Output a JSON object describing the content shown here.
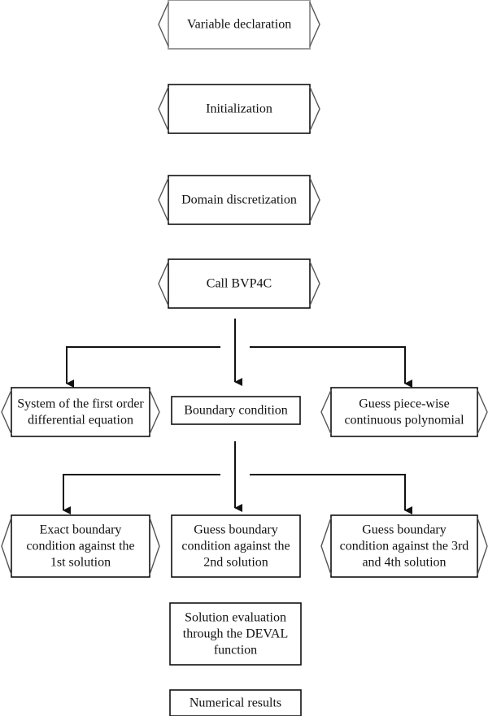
{
  "diagram": {
    "nodes": [
      {
        "id": "n1",
        "lines": [
          "Variable declaration"
        ],
        "chevrons": true
      },
      {
        "id": "n2",
        "lines": [
          "Initialization"
        ],
        "chevrons": true
      },
      {
        "id": "n3",
        "lines": [
          "Domain discretization"
        ],
        "chevrons": true
      },
      {
        "id": "n4",
        "lines": [
          "Call BVP4C"
        ],
        "chevrons": true
      },
      {
        "id": "n5",
        "lines": [
          "System of the first order",
          "differential equation"
        ],
        "chevrons": true
      },
      {
        "id": "n6",
        "lines": [
          "Boundary condition"
        ],
        "chevrons": false
      },
      {
        "id": "n7",
        "lines": [
          "Guess piece-wise",
          "continuous polynomial"
        ],
        "chevrons": true
      },
      {
        "id": "n8",
        "lines": [
          "Exact boundary",
          "condition against the",
          "1st solution"
        ],
        "chevrons": true
      },
      {
        "id": "n9",
        "lines": [
          "Guess boundary",
          "condition against the",
          "2nd solution"
        ],
        "chevrons": false
      },
      {
        "id": "n10",
        "lines": [
          "Guess boundary",
          "condition against the 3rd",
          "and 4th solution"
        ],
        "chevrons": true
      },
      {
        "id": "n11",
        "lines": [
          "Solution evaluation",
          "through the DEVAL",
          "function"
        ],
        "chevrons": false
      },
      {
        "id": "n12",
        "lines": [
          "Numerical results"
        ],
        "chevrons": false
      }
    ],
    "edges": [
      {
        "from": "n4",
        "to": "n5"
      },
      {
        "from": "n4",
        "to": "n6"
      },
      {
        "from": "n4",
        "to": "n7"
      },
      {
        "from": "n6",
        "to": "n8"
      },
      {
        "from": "n6",
        "to": "n9"
      },
      {
        "from": "n6",
        "to": "n10"
      }
    ]
  }
}
